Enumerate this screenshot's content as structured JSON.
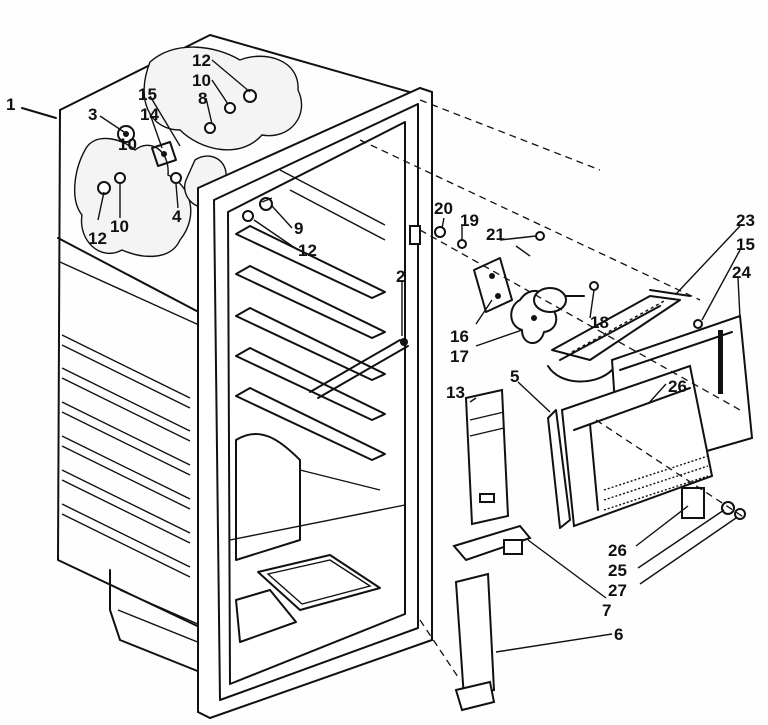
{
  "callouts": [
    {
      "id": "c1",
      "text": "1"
    },
    {
      "id": "c3",
      "text": "3"
    },
    {
      "id": "c15a",
      "text": "15"
    },
    {
      "id": "c14",
      "text": "14"
    },
    {
      "id": "c12a",
      "text": "12"
    },
    {
      "id": "c10a",
      "text": "10"
    },
    {
      "id": "c8",
      "text": "8"
    },
    {
      "id": "c10b",
      "text": "10"
    },
    {
      "id": "c12b",
      "text": "12"
    },
    {
      "id": "c10c",
      "text": "10"
    },
    {
      "id": "c4",
      "text": "4"
    },
    {
      "id": "c9",
      "text": "9"
    },
    {
      "id": "c12c",
      "text": "12"
    },
    {
      "id": "c2",
      "text": "2"
    },
    {
      "id": "c20",
      "text": "20"
    },
    {
      "id": "c19",
      "text": "19"
    },
    {
      "id": "c21",
      "text": "21"
    },
    {
      "id": "c23",
      "text": "23"
    },
    {
      "id": "c15b",
      "text": "15"
    },
    {
      "id": "c24",
      "text": "24"
    },
    {
      "id": "c18",
      "text": "18"
    },
    {
      "id": "c16",
      "text": "16"
    },
    {
      "id": "c17",
      "text": "17"
    },
    {
      "id": "c13",
      "text": "13"
    },
    {
      "id": "c5",
      "text": "5"
    },
    {
      "id": "c26a",
      "text": "26"
    },
    {
      "id": "c26b",
      "text": "26"
    },
    {
      "id": "c25",
      "text": "25"
    },
    {
      "id": "c27",
      "text": "27"
    },
    {
      "id": "c7",
      "text": "7"
    },
    {
      "id": "c6",
      "text": "6"
    }
  ]
}
